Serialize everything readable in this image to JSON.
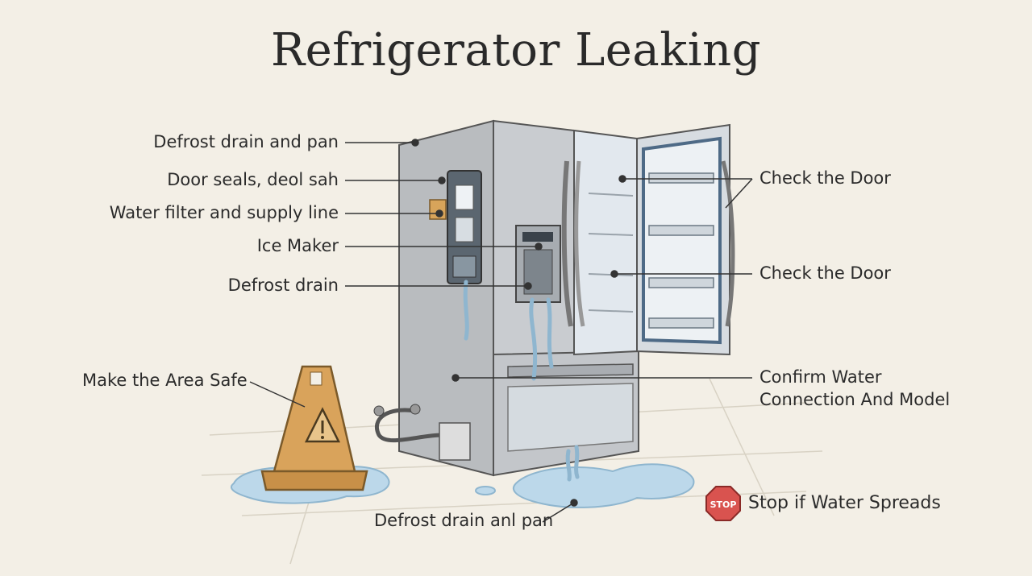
{
  "title": "Refrigerator Leaking",
  "callouts": {
    "defrost_drain_pan_top": "Defrost drain and pan",
    "door_seals": "Door seals, deol sah",
    "water_filter": "Water filter and supply line",
    "ice_maker": "Ice Maker",
    "defrost_drain": "Defrost drain",
    "make_area_safe": "Make the Area Safe",
    "check_door_1": "Check the Door",
    "check_door_2": "Check the Door",
    "confirm_water_line1": "Confirm Water",
    "confirm_water_line2": "Connection And Model",
    "defrost_drain_pan_bottom": "Defrost drain anl pan",
    "stop_if_spreads": "Stop if Water Spreads"
  },
  "stop_sign": {
    "text": "STOP",
    "color": "#d9534f"
  },
  "icons": [
    "refrigerator-illustration",
    "wet-floor-cone-icon",
    "warning-triangle-icon",
    "stop-sign-icon",
    "water-puddle"
  ]
}
